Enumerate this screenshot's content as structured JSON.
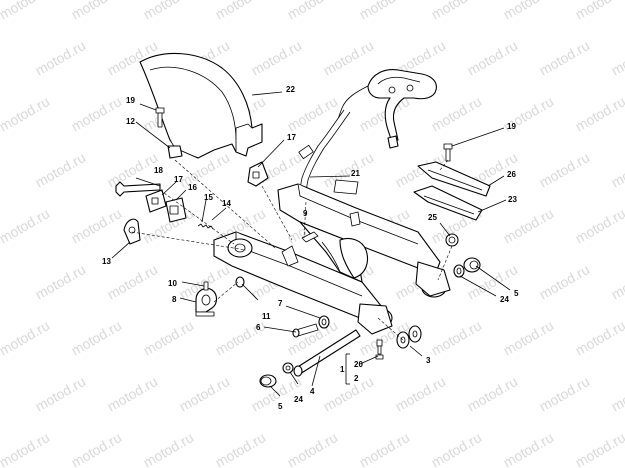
{
  "watermark": "motod.ru",
  "callouts": {
    "c1": "1",
    "c2": "2",
    "c3": "3",
    "c4": "4",
    "c5a": "5",
    "c5b": "5",
    "c6": "6",
    "c7": "7",
    "c8": "8",
    "c9": "9",
    "c10": "10",
    "c11": "11",
    "c12": "12",
    "c13": "13",
    "c14": "14",
    "c15": "15",
    "c16": "16",
    "c17a": "17",
    "c17b": "17",
    "c18": "18",
    "c19a": "19",
    "c19b": "19",
    "c20": "20",
    "c21": "21",
    "c22": "22",
    "c23": "23",
    "c24a": "24",
    "c24b": "24",
    "c25": "25",
    "c26": "26"
  }
}
